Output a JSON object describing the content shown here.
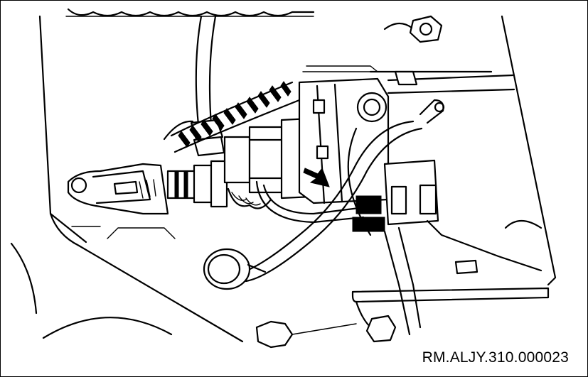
{
  "figure": {
    "reference_code": "RM.ALJY.310.000023",
    "components": [
      "mounting-bracket",
      "brake-master-cylinder",
      "pushrod-clevis",
      "return-spring",
      "fluid-reservoir-hose",
      "brake-line",
      "pedal-arm",
      "rubber-cap",
      "indicator-arrow"
    ]
  }
}
